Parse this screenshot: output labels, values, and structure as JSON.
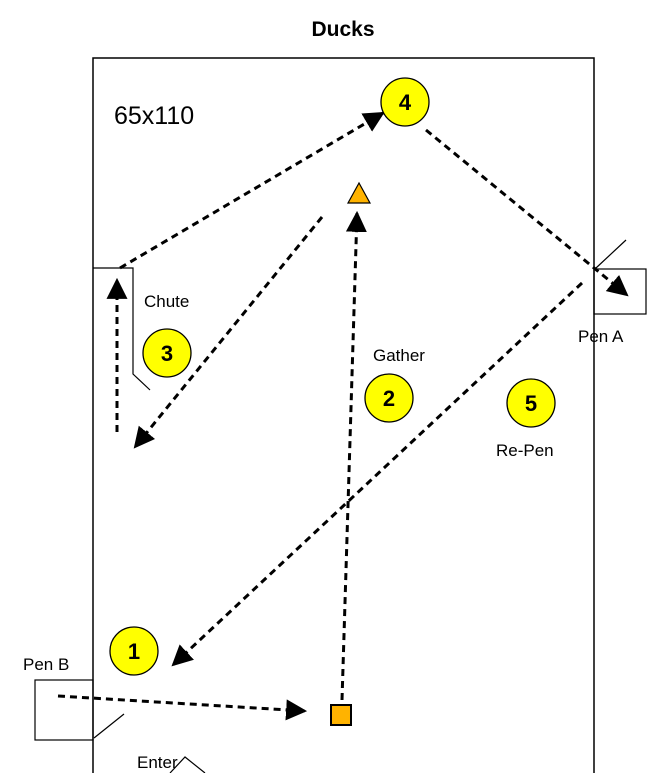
{
  "title": "Ducks",
  "field_size": "65x110",
  "labels": {
    "chute": "Chute",
    "gather": "Gather",
    "pen_a": "Pen A",
    "re_pen": "Re-Pen",
    "pen_b": "Pen B",
    "enter": "Enter"
  },
  "steps": [
    "1",
    "2",
    "3",
    "4",
    "5"
  ],
  "colors": {
    "step_fill": "#FFFF00",
    "marker_fill": "#FFB300",
    "line": "#000000"
  },
  "icons": {
    "start_marker": "square-icon",
    "goal_marker": "triangle-icon"
  }
}
